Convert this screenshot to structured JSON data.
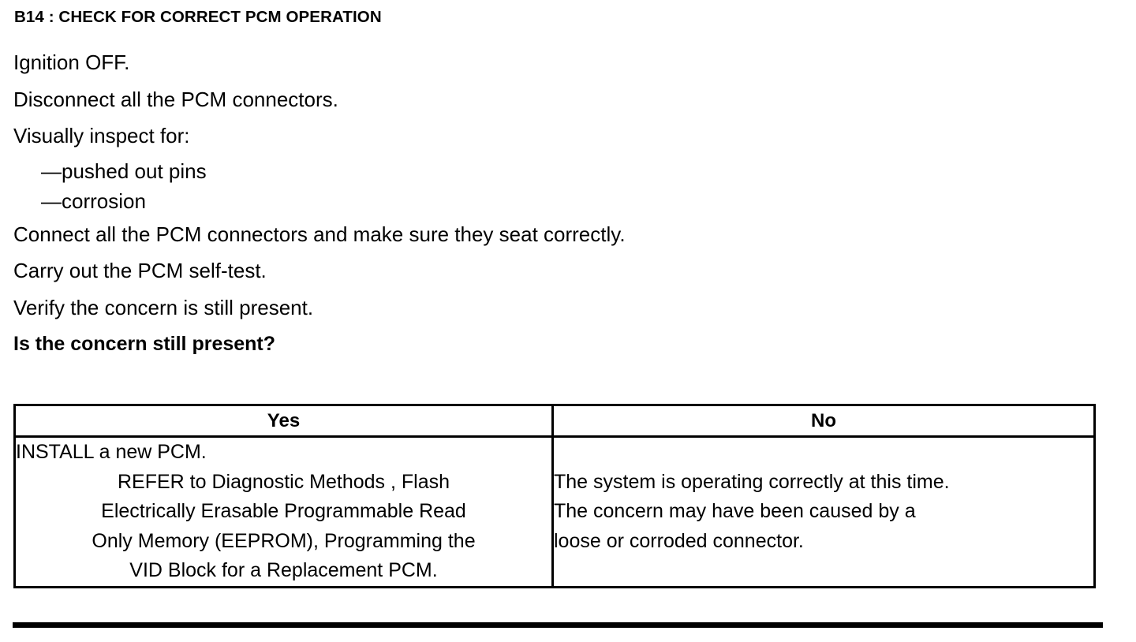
{
  "step": {
    "title": "B14 : CHECK FOR CORRECT PCM OPERATION",
    "instructions": [
      {
        "text": "Ignition OFF.",
        "style": "plain"
      },
      {
        "text": "Disconnect all the PCM connectors.",
        "style": "plain"
      },
      {
        "text": "Visually inspect for:",
        "style": "plain"
      },
      {
        "text": "—pushed out pins",
        "style": "dash"
      },
      {
        "text": "—corrosion",
        "style": "dash"
      },
      {
        "text": "Connect all the PCM connectors and make sure they seat correctly.",
        "style": "plain"
      },
      {
        "text": "Carry out the PCM self-test.",
        "style": "plain"
      },
      {
        "text": "Verify the concern is still present.",
        "style": "plain"
      },
      {
        "text": "Is the concern still present?",
        "style": "question"
      }
    ]
  },
  "decision_table": {
    "headers": {
      "yes": "Yes",
      "no": "No"
    },
    "yes_cell": {
      "lines": [
        "INSTALL a new PCM.",
        "REFER to Diagnostic Methods , Flash",
        "Electrically Erasable Programmable Read",
        "Only Memory (EEPROM), Programming the",
        "VID Block for a Replacement PCM."
      ]
    },
    "no_cell": {
      "lines": [
        "The system is operating correctly at this time.",
        "The concern may have been caused by a",
        "loose or corroded connector."
      ]
    }
  },
  "colors": {
    "ink": "#000000",
    "paper": "#ffffff"
  }
}
